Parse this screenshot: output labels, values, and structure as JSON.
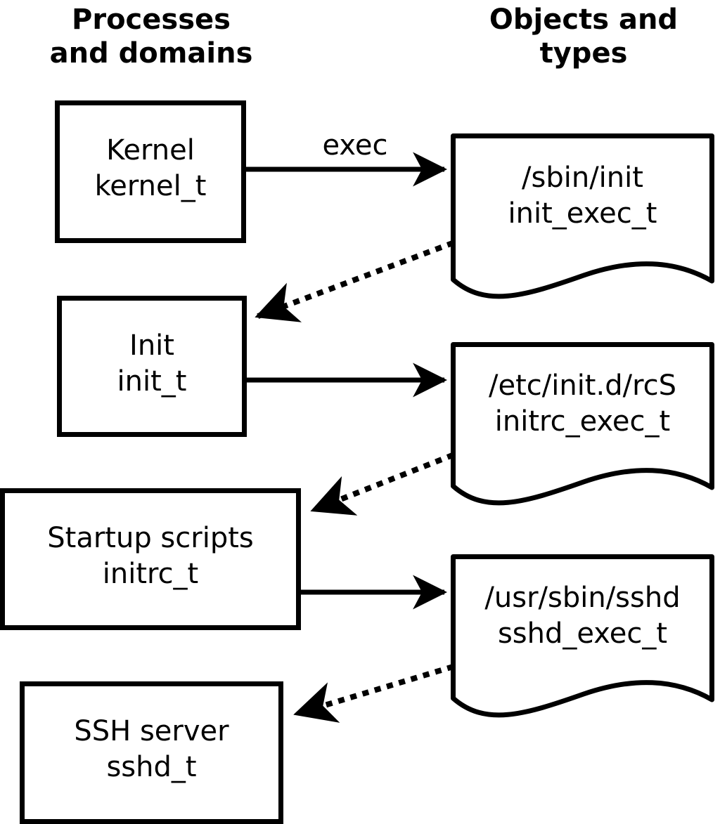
{
  "diagram": {
    "title_left": "Processes\nand domains",
    "title_right": "Objects and\ntypes",
    "stroke_color": "#000000",
    "fill_color": "#ffffff",
    "background": "#ffffff"
  },
  "process_nodes": [
    {
      "name": "Kernel",
      "type": "kernel_t",
      "label": "Kernel\nkernel_t"
    },
    {
      "name": "Init",
      "type": "init_t",
      "label": "Init\ninit_t"
    },
    {
      "name": "Startup scripts",
      "type": "initrc_t",
      "label": "Startup scripts\ninitrc_t"
    },
    {
      "name": "SSH server",
      "type": "sshd_t",
      "label": "SSH server\nsshd_t"
    }
  ],
  "object_nodes": [
    {
      "path": "/sbin/init",
      "type": "init_exec_t",
      "label": "/sbin/init\ninit_exec_t"
    },
    {
      "path": "/etc/init.d/rcS",
      "type": "initrc_exec_t",
      "label": "/etc/init.d/rcS\ninitrc_exec_t"
    },
    {
      "path": "/usr/sbin/sshd",
      "type": "sshd_exec_t",
      "label": "/usr/sbin/sshd\nsshd_exec_t"
    }
  ],
  "edges": [
    {
      "from": "Kernel kernel_t",
      "to": "/sbin/init init_exec_t",
      "style": "solid",
      "label": "exec"
    },
    {
      "from": "/sbin/init init_exec_t",
      "to": "Init init_t",
      "style": "dotted",
      "label": ""
    },
    {
      "from": "Init init_t",
      "to": "/etc/init.d/rcS initrc_exec_t",
      "style": "solid",
      "label": ""
    },
    {
      "from": "/etc/init.d/rcS initrc_exec_t",
      "to": "Startup scripts initrc_t",
      "style": "dotted",
      "label": ""
    },
    {
      "from": "Startup scripts initrc_t",
      "to": "/usr/sbin/sshd sshd_exec_t",
      "style": "solid",
      "label": ""
    },
    {
      "from": "/usr/sbin/sshd sshd_exec_t",
      "to": "SSH server sshd_t",
      "style": "dotted",
      "label": ""
    }
  ],
  "edge_labels": {
    "exec": "exec"
  }
}
